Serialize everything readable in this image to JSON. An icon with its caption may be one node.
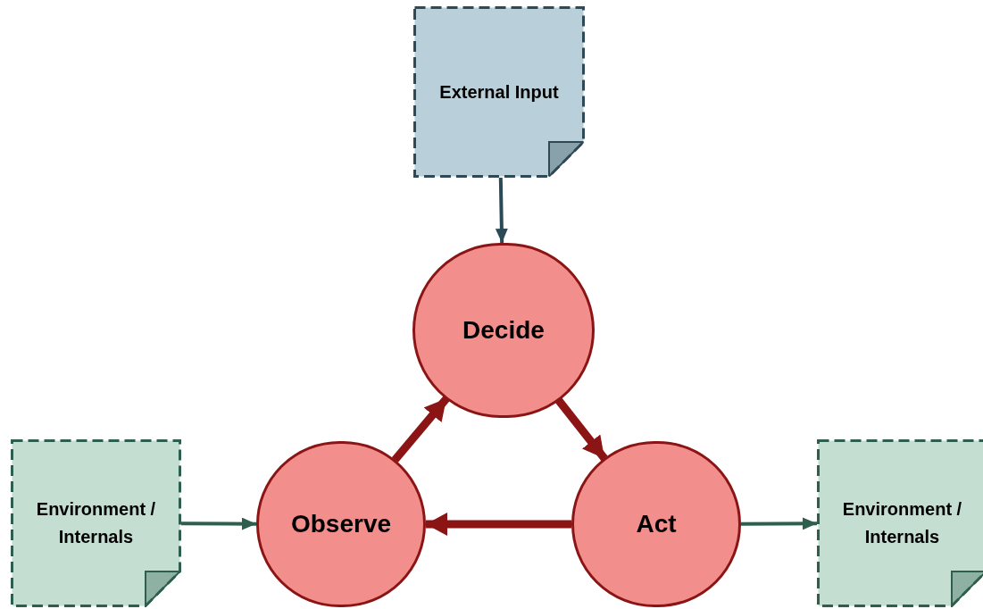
{
  "diagram": {
    "nodes": [
      {
        "text": [
          "External Input"
        ]
      },
      {
        "text": [
          "Decide"
        ]
      },
      {
        "text": [
          "Environment / Internals"
        ]
      },
      {
        "text": [
          "Observe"
        ]
      },
      {
        "text": [
          "Act"
        ]
      },
      {
        "text": [
          "Environment / Internals"
        ]
      }
    ],
    "edges": [
      {
        "from": 0,
        "to": 1,
        "arrow": "to",
        "color": "#2b4a55"
      },
      {
        "from": 3,
        "to": 1,
        "arrow": "to",
        "style": "thick",
        "color": "#8b1414"
      },
      {
        "from": 1,
        "to": 4,
        "arrow": "to",
        "style": "thick",
        "color": "#8b1414"
      },
      {
        "from": 4,
        "to": 3,
        "arrow": "to",
        "style": "thick",
        "color": "#8b1414"
      },
      {
        "from": 2,
        "to": 3,
        "arrow": "to",
        "color": "#2e5e4e"
      },
      {
        "from": 4,
        "to": 5,
        "arrow": "to",
        "color": "#2e5e4e"
      }
    ]
  }
}
